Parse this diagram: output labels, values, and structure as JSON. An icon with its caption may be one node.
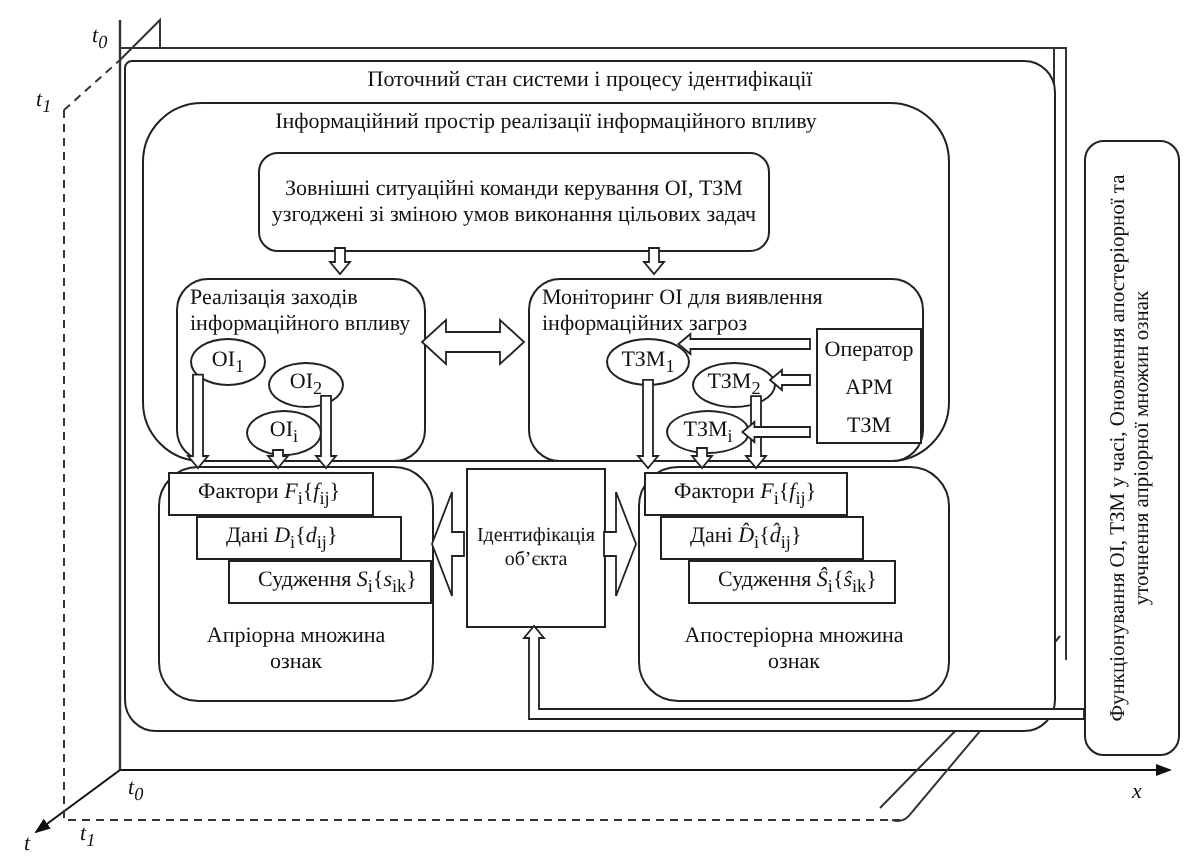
{
  "diagram": {
    "nodes": [
      {
        "text": [
          "Поточний стан системи і процесу ідентифікації"
        ]
      },
      {
        "text": [
          "Інформаційний простір реалізації інформаційного впливу"
        ],
        "in": 0
      },
      {
        "text": [
          "Зовнішні ситуаційні команди керування ОІ, ТЗМ узгоджені зі зміною умов виконання цільових задач"
        ],
        "in": 1
      },
      {
        "text": [
          "Реалізація заходів інформаційного впливу"
        ],
        "in": 1
      },
      {
        "text": [
          "ОІ$_{1}$"
        ],
        "in": 3
      },
      {
        "text": [
          "ОІ$_{2}$"
        ],
        "in": 3
      },
      {
        "text": [
          "ОІ$_{i}$"
        ],
        "in": 3
      },
      {
        "text": [
          "Моніторинг ОІ для виявлення інформаційних загроз"
        ],
        "in": 1
      },
      {
        "text": [
          "ТЗМ$_{1}$"
        ],
        "in": 7
      },
      {
        "text": [
          "ТЗМ$_{2}$"
        ],
        "in": 7
      },
      {
        "text": [
          "ТЗМ$_{i}$"
        ],
        "in": 7
      },
      {
        "text": [
          "Оператор",
          "АРМ",
          "ТЗМ"
        ],
        "in": 7
      },
      {
        "text": [
          "Апріорна множина ознак"
        ],
        "in": 0
      },
      {
        "text": [
          "Фактори *F*$_{i}${*f*$_{ij}$}"
        ],
        "in": 12
      },
      {
        "text": [
          "Дані *D*$_{i}${*d*$_{ij}$}"
        ],
        "in": 12
      },
      {
        "text": [
          "Судження *S*$_{i}${*s*$_{ik}$}"
        ],
        "in": 12
      },
      {
        "text": [
          "Ідентифікація об’єкта"
        ],
        "in": 0
      },
      {
        "text": [
          "Апостеріорна множина ознак"
        ],
        "in": 0
      },
      {
        "text": [
          "Фактори *F*$_{i}${*f*$_{ij}$}"
        ],
        "in": 17
      },
      {
        "text": [
          "Дані *D̂*$_{i}${*d̂*$_{ij}$}"
        ],
        "in": 17
      },
      {
        "text": [
          "Судження *Ŝ*$_{i}${*ŝ*$_{ik}$}"
        ],
        "in": 17
      },
      {
        "text": [
          "Функціонування ОІ, ТЗМ у часі, Оновлення апостеріорної та уточнення апріорної множин ознак"
        ]
      }
    ],
    "edges": [
      {
        "from": 2,
        "to": 3,
        "arrow": "to"
      },
      {
        "from": 2,
        "to": 7,
        "arrow": "to"
      },
      {
        "from": 3,
        "to": 7,
        "arrow": "both"
      },
      {
        "from": 4,
        "to": 13,
        "arrow": "to"
      },
      {
        "from": 5,
        "to": 13,
        "arrow": "to"
      },
      {
        "from": 6,
        "to": 13,
        "arrow": "to"
      },
      {
        "from": 8,
        "to": 18,
        "arrow": "to"
      },
      {
        "from": 9,
        "to": 18,
        "arrow": "to"
      },
      {
        "from": 10,
        "to": 18,
        "arrow": "to"
      },
      {
        "from": 11,
        "to": 8,
        "arrow": "to"
      },
      {
        "from": 11,
        "to": 9,
        "arrow": "to"
      },
      {
        "from": 11,
        "to": 10,
        "arrow": "to"
      },
      {
        "from": 16,
        "to": 12,
        "arrow": "to"
      },
      {
        "from": 16,
        "to": 17,
        "arrow": "to"
      },
      {
        "from": 21,
        "to": 16,
        "arrow": "to"
      }
    ],
    "labels": [
      "t$_{0}$",
      "t$_{1}$",
      "t$_{0}$",
      "t$_{1}$",
      "t",
      "x"
    ]
  }
}
